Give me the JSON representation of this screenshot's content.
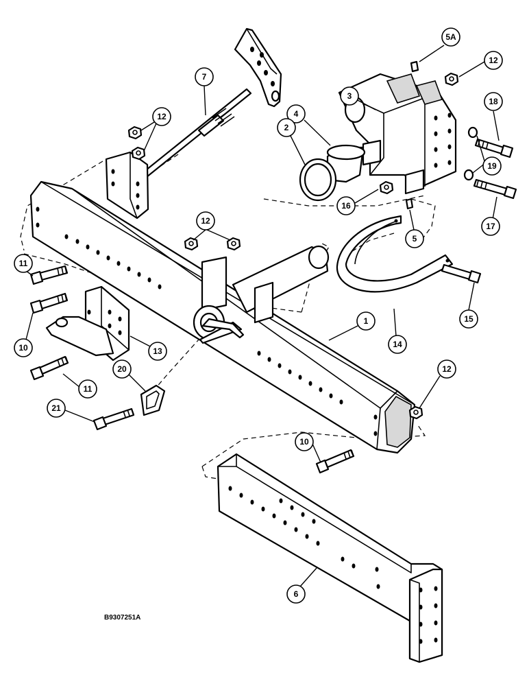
{
  "drawing_number": "B9307251A",
  "callouts": [
    {
      "id": "c-5a",
      "label": "5A"
    },
    {
      "id": "c-12-top",
      "label": "12"
    },
    {
      "id": "c-7",
      "label": "7"
    },
    {
      "id": "c-12-left",
      "label": "12"
    },
    {
      "id": "c-3",
      "label": "3"
    },
    {
      "id": "c-4",
      "label": "4"
    },
    {
      "id": "c-2",
      "label": "2"
    },
    {
      "id": "c-18",
      "label": "18"
    },
    {
      "id": "c-19",
      "label": "19"
    },
    {
      "id": "c-16",
      "label": "16"
    },
    {
      "id": "c-17",
      "label": "17"
    },
    {
      "id": "c-5",
      "label": "5"
    },
    {
      "id": "c-12-mid",
      "label": "12"
    },
    {
      "id": "c-11-upper",
      "label": "11"
    },
    {
      "id": "c-10-left",
      "label": "10"
    },
    {
      "id": "c-13",
      "label": "13"
    },
    {
      "id": "c-1",
      "label": "1"
    },
    {
      "id": "c-14",
      "label": "14"
    },
    {
      "id": "c-15",
      "label": "15"
    },
    {
      "id": "c-11-lower",
      "label": "11"
    },
    {
      "id": "c-20",
      "label": "20"
    },
    {
      "id": "c-21",
      "label": "21"
    },
    {
      "id": "c-12-right",
      "label": "12"
    },
    {
      "id": "c-10-right",
      "label": "10"
    },
    {
      "id": "c-6",
      "label": "6"
    }
  ]
}
